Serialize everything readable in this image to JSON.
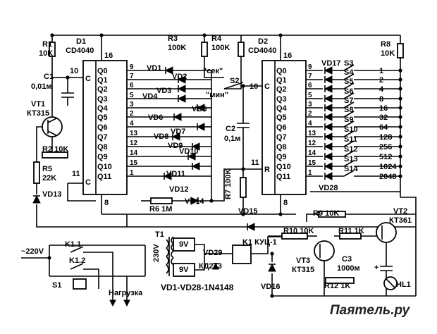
{
  "d1": {
    "ref": "D1",
    "part": "CD4040",
    "pin_vdd": "16",
    "pin_gnd": "8",
    "pin_c": "10",
    "pin_r": "11",
    "label_c": "C",
    "label_r": "C",
    "outputs": [
      [
        "Q0",
        "9"
      ],
      [
        "Q1",
        "7"
      ],
      [
        "Q2",
        "6"
      ],
      [
        "Q3",
        "5"
      ],
      [
        "Q4",
        "3"
      ],
      [
        "Q5",
        "2"
      ],
      [
        "Q6",
        "4"
      ],
      [
        "Q7",
        "13"
      ],
      [
        "Q8",
        "12"
      ],
      [
        "Q9",
        "14"
      ],
      [
        "Q10",
        "15"
      ],
      [
        "Q11",
        "1"
      ]
    ]
  },
  "d2": {
    "ref": "D2",
    "part": "CD4040",
    "pin_vdd": "16",
    "pin_gnd": "8",
    "pin_c": "10",
    "pin_r": "11",
    "label_c": "C",
    "label_r": "R",
    "outputs": [
      [
        "Q0",
        "9"
      ],
      [
        "Q1",
        "7"
      ],
      [
        "Q2",
        "6"
      ],
      [
        "Q3",
        "5"
      ],
      [
        "Q4",
        "3"
      ],
      [
        "Q5",
        "2"
      ],
      [
        "Q6",
        "4"
      ],
      [
        "Q7",
        "13"
      ],
      [
        "Q8",
        "12"
      ],
      [
        "Q9",
        "14"
      ],
      [
        "Q10",
        "15"
      ],
      [
        "Q11",
        "1"
      ]
    ]
  },
  "d1_diodes": [
    "VD1",
    "VD2",
    "VD3",
    "VD4",
    "VD5",
    "VD6",
    "VD7",
    "VD8",
    "VD9",
    "VD10",
    "VD11",
    "VD12"
  ],
  "switch_rows": [
    {
      "sw": "S3",
      "vd": "VD17",
      "val": "1"
    },
    {
      "sw": "S4",
      "vd": "",
      "val": "2"
    },
    {
      "sw": "S5",
      "vd": "",
      "val": "4"
    },
    {
      "sw": "S6",
      "vd": "",
      "val": "8"
    },
    {
      "sw": "S7",
      "vd": "",
      "val": "16"
    },
    {
      "sw": "S8",
      "vd": "",
      "val": "32"
    },
    {
      "sw": "S9",
      "vd": "",
      "val": "64"
    },
    {
      "sw": "S10",
      "vd": "",
      "val": "128"
    },
    {
      "sw": "S11",
      "vd": "",
      "val": "256"
    },
    {
      "sw": "S12",
      "vd": "",
      "val": "512"
    },
    {
      "sw": "S13",
      "vd": "",
      "val": "1024"
    },
    {
      "sw": "S14",
      "vd": "VD28",
      "val": "2048"
    }
  ],
  "labels": {
    "r1_ref": "R1",
    "r1_val": "10K",
    "c1_ref": "C1",
    "c1_val": "0,01м",
    "vt1_ref": "VT1",
    "vt1_part": "КТ315",
    "r2": "R2 10K",
    "r5_ref": "R5",
    "r5_val": "22K",
    "vd13": "VD13",
    "r3_ref": "R3",
    "r3_val": "100K",
    "r4_ref": "R4",
    "r4_val": "100K",
    "sec": "\"сек\"",
    "min": "\"мин\"",
    "s2": "S2",
    "c2_ref": "C2",
    "c2_val": "0,1м",
    "r7": "R7 100K",
    "r6": "R6 1M",
    "vd14": "VD14",
    "vd15": "VD15",
    "r8_ref": "R8",
    "r8_val": "10K",
    "r9": "R9 10K",
    "vt2_ref": "VT2",
    "vt2_part": "КТ361",
    "r10": "R10 10K",
    "r11": "R11 1K",
    "vt3_ref": "VT3",
    "vt3_part": "КТ315",
    "c3_ref": "C3",
    "c3_val": "1000м",
    "r12": "R12 1K",
    "hl1": "HL1",
    "vd16": "VD16",
    "k1": "K1 КУЦ-1",
    "vd29": "VD29",
    "kd243": "КД243",
    "t1": "T1",
    "v230": "230V",
    "v9a": "9V",
    "v9b": "9V",
    "mains": "~220V",
    "k11": "K1.1",
    "k12": "K1.2",
    "s1": "S1",
    "load": "Нагрузка",
    "note": "VD1-VD28-1N4148",
    "plus": "+",
    "watermark": "Паяmель.ру"
  }
}
